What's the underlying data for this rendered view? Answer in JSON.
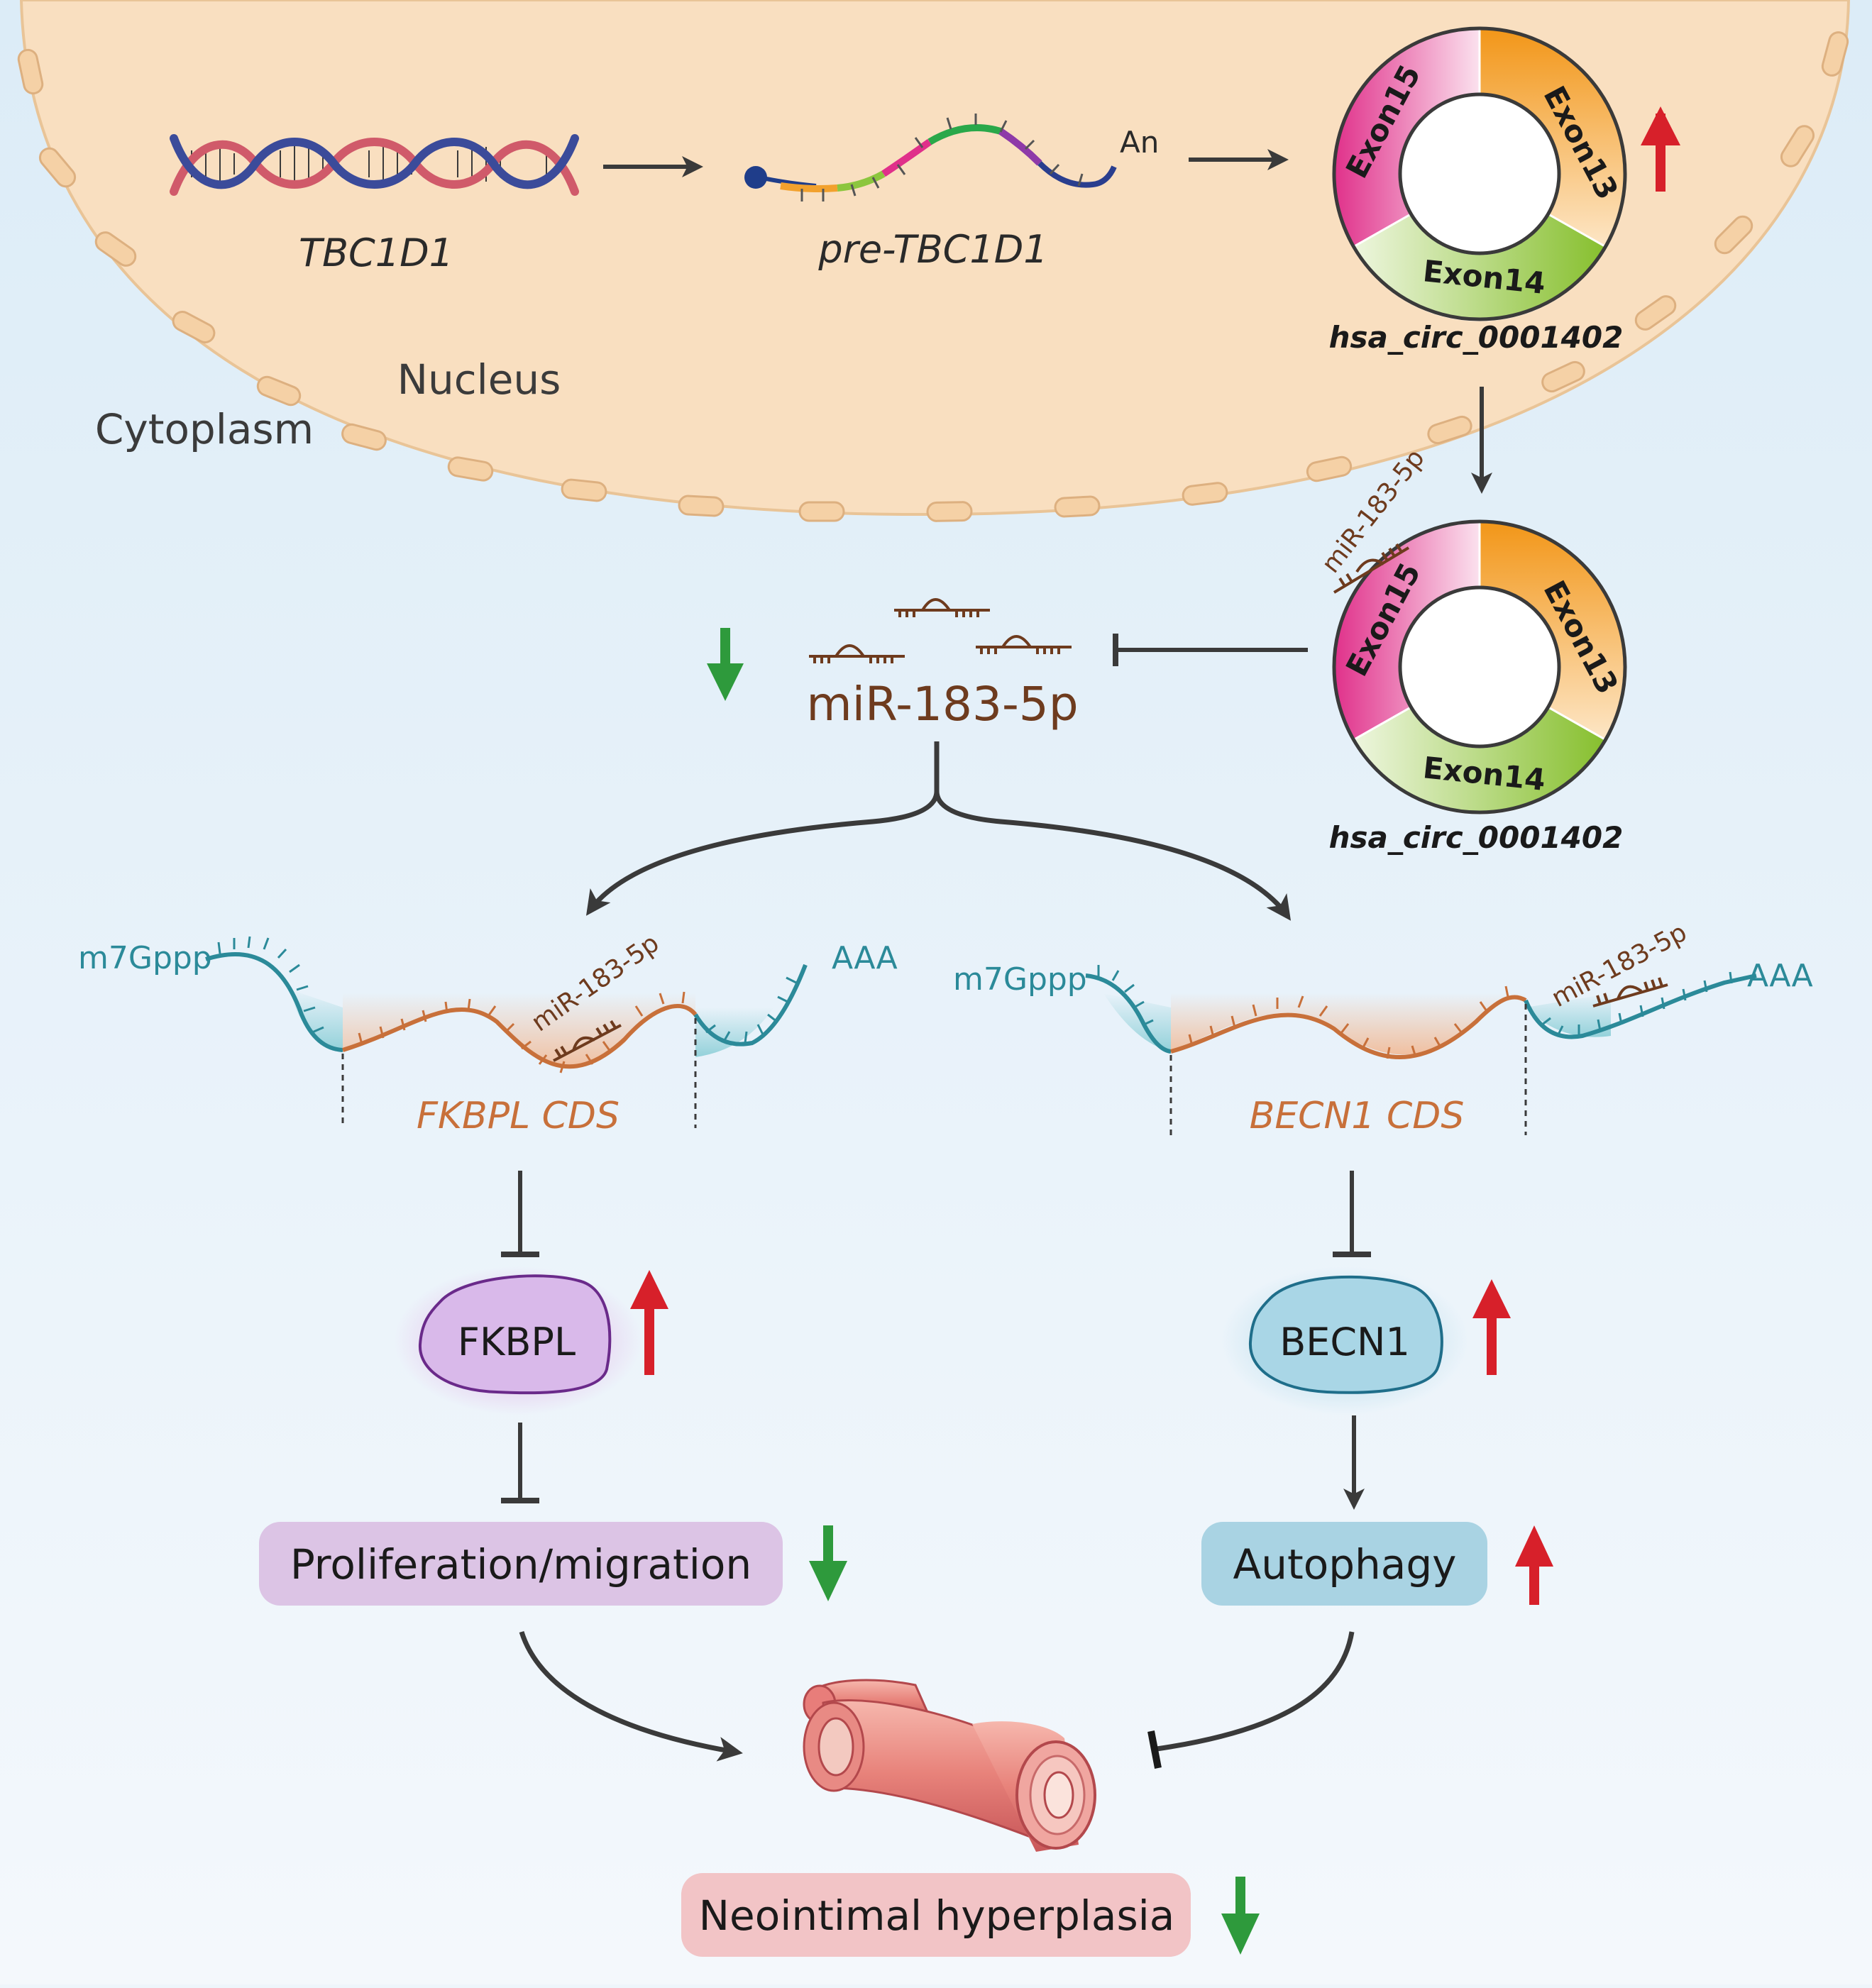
{
  "compartments": {
    "nucleus": "Nucleus",
    "cytoplasm": "Cytoplasm"
  },
  "genes": {
    "gene": "TBC1D1",
    "pre_mrna": "pre-TBC1D1",
    "poly_a": "An"
  },
  "circrna": {
    "name": "hsa_circ_0001402",
    "exons": [
      "Exon15",
      "Exon13",
      "Exon14"
    ]
  },
  "mirna": {
    "name": "miR-183-5p",
    "small_label": "miR-183-5p"
  },
  "mrna_left": {
    "cap": "m7Gppp",
    "tail": "AAA",
    "cds": "FKBPL  CDS"
  },
  "mrna_right": {
    "cap": "m7Gppp",
    "tail": "AAA",
    "cds": "BECN1  CDS"
  },
  "proteins": {
    "left": "FKBPL",
    "right": "BECN1"
  },
  "outcomes": {
    "left": "Proliferation/migration",
    "right": "Autophagy",
    "final": "Neointimal hyperplasia"
  },
  "colors": {
    "up_arrow": "#d7202a",
    "down_arrow": "#2e9a3c",
    "mirna_brown": "#6e3b1e",
    "cds_orange": "#c8703a",
    "utr_teal": "#2b8a99",
    "exon15": "#e0308a",
    "exon13": "#f29618",
    "exon14": "#86bf2d"
  }
}
